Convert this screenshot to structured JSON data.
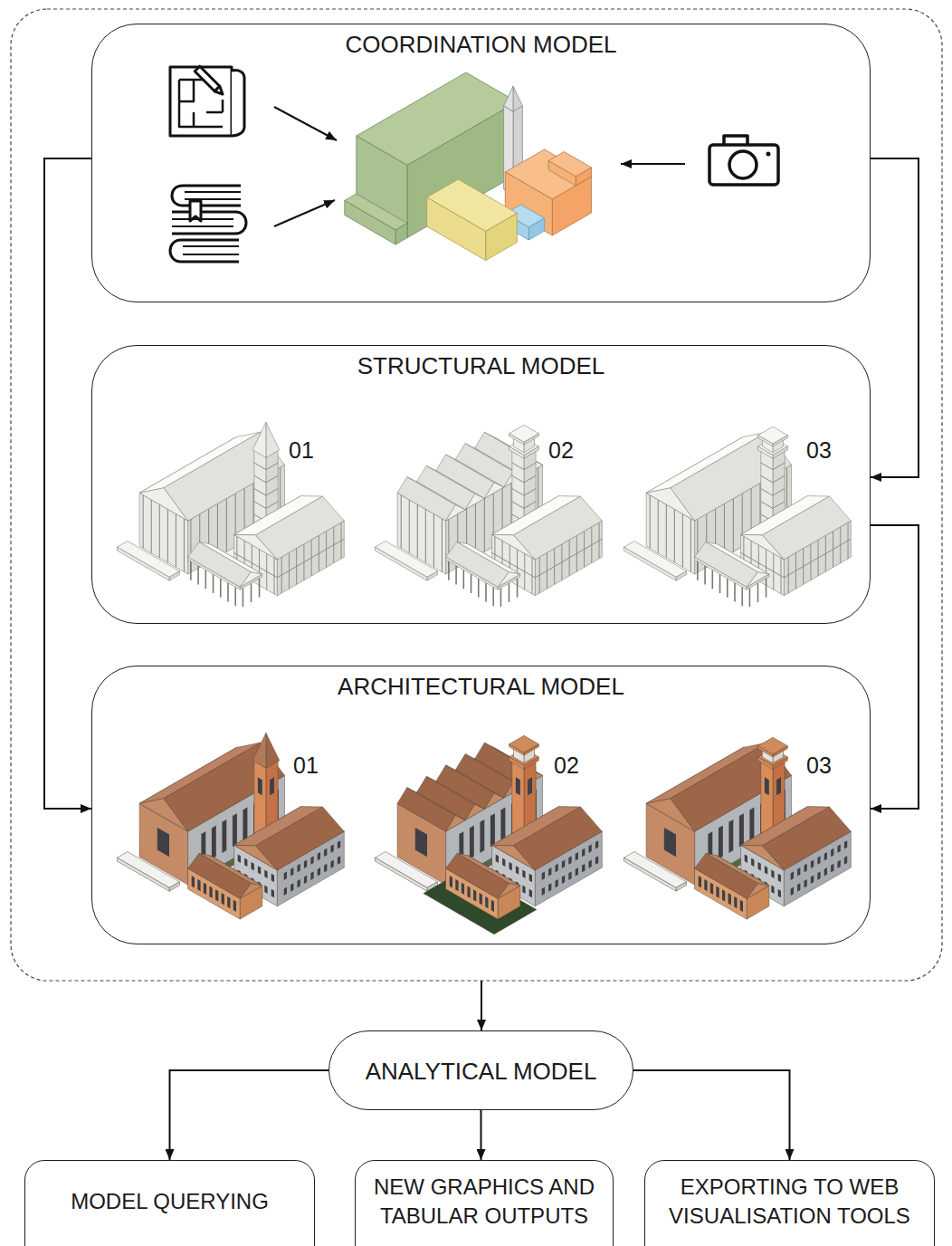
{
  "diagram": {
    "nodes": [
      {
        "text": [
          "COORDINATION MODEL"
        ]
      },
      {
        "text": [
          "STRUCTURAL MODEL"
        ]
      },
      {
        "text": [
          "ARCHITECTURAL MODEL"
        ]
      },
      {
        "text": [
          "ANALYTICAL MODEL"
        ]
      },
      {
        "text": [
          "MODEL QUERYING"
        ]
      },
      {
        "text": [
          "NEW GRAPHICS AND TABULAR OUTPUTS"
        ]
      },
      {
        "text": [
          "EXPORTING TO WEB VISUALISATION TOOLS"
        ]
      }
    ],
    "edges": [
      {
        "from": 0,
        "to": 1,
        "arrow": "to"
      },
      {
        "from": 0,
        "to": 2,
        "arrow": "to"
      },
      {
        "from": 1,
        "to": 2,
        "arrow": "to"
      },
      {
        "from": 3,
        "to": 4,
        "arrow": "to"
      },
      {
        "from": 3,
        "to": 5,
        "arrow": "to"
      },
      {
        "from": 3,
        "to": 6,
        "arrow": "to"
      }
    ],
    "labels": [
      "01",
      "02",
      "03",
      "01",
      "02",
      "03"
    ]
  }
}
